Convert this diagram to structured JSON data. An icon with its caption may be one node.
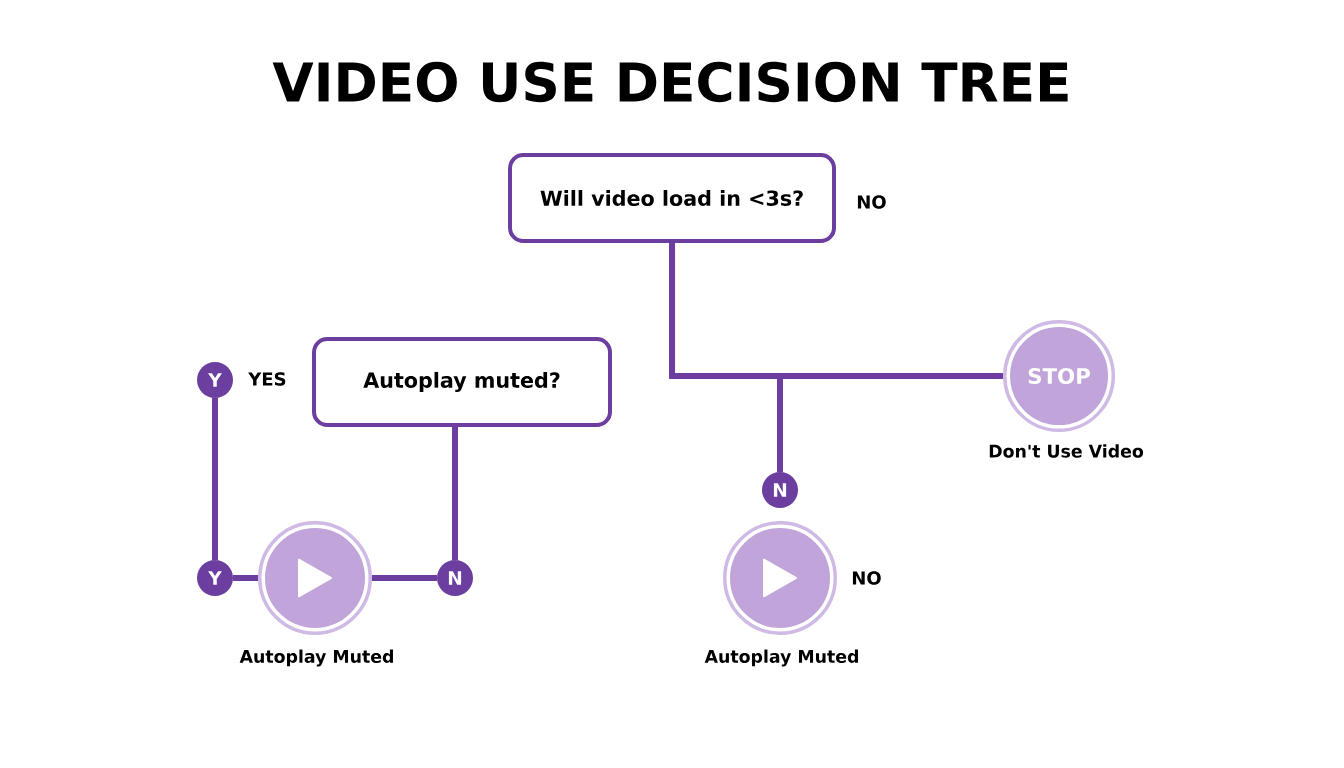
{
  "diagram": {
    "title": "VIDEO USE DECISION TREE",
    "nodes": [
      {
        "text": [
          "Will video load in <3s?"
        ],
        "beside": [
          "NO"
        ]
      },
      {
        "text": [
          "STOP"
        ],
        "beside": [
          "Don't Use Video"
        ]
      },
      {
        "text": [
          "N"
        ]
      },
      {
        "text": [],
        "shape": "circle",
        "beside": [
          "NO",
          "Autoplay Muted"
        ]
      },
      {
        "text": [
          "Autoplay muted?"
        ]
      },
      {
        "text": [
          "Y"
        ],
        "beside": [
          "YES"
        ]
      },
      {
        "text": [
          "Y"
        ]
      },
      {
        "text": [],
        "shape": "circle",
        "beside": [
          "Autoplay Muted"
        ]
      },
      {
        "text": [
          "N"
        ]
      }
    ],
    "edges": [
      {
        "from": 0,
        "to": 1,
        "arrow": "none"
      },
      {
        "from": 0,
        "to": 2,
        "arrow": "none"
      },
      {
        "from": 5,
        "to": 6,
        "arrow": "none"
      },
      {
        "from": 6,
        "to": 7,
        "arrow": "none"
      },
      {
        "from": 7,
        "to": 8,
        "arrow": "none"
      },
      {
        "from": 4,
        "to": 8,
        "arrow": "none"
      }
    ]
  }
}
